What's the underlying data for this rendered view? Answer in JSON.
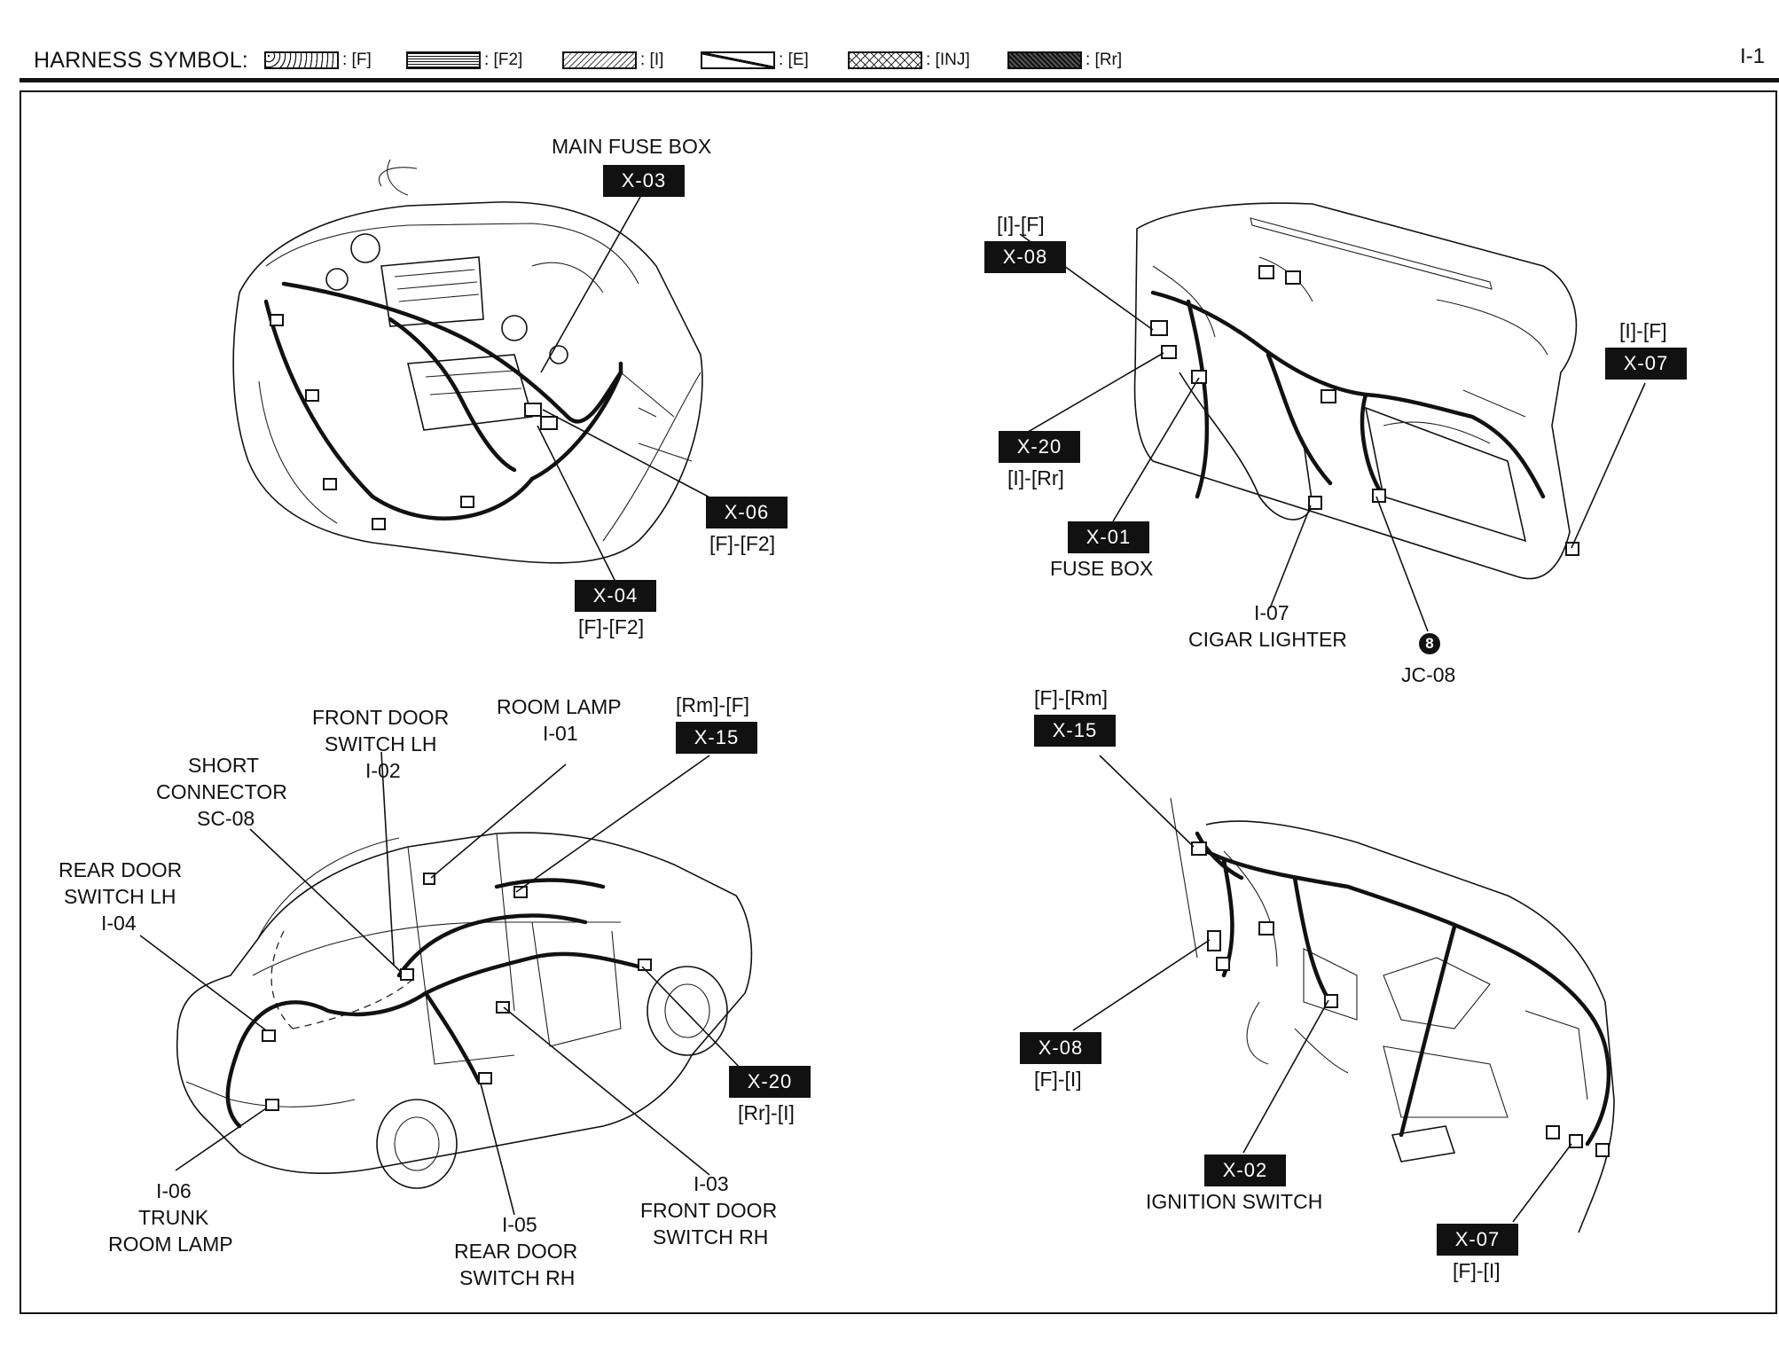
{
  "header": {
    "title": "HARNESS SYMBOL:",
    "page_number": "I-1",
    "symbols": [
      {
        "pattern": "dotted",
        "code": ": [F]"
      },
      {
        "pattern": "fine-grid",
        "code": ": [F2]"
      },
      {
        "pattern": "light-hatch",
        "code": ": [I]"
      },
      {
        "pattern": "diagonal-line",
        "code": ": [E]"
      },
      {
        "pattern": "cross-hatch",
        "code": ": [INJ]"
      },
      {
        "pattern": "dense-dark",
        "code": ": [Rr]"
      }
    ]
  },
  "engine_room": {
    "main_fuse_box": {
      "label": "MAIN FUSE BOX",
      "tag": "X-03"
    },
    "x06": {
      "tag": "X-06",
      "harness": "[F]-[F2]"
    },
    "x04": {
      "tag": "X-04",
      "harness": "[F]-[F2]"
    }
  },
  "instrument_panel_upper": {
    "x08": {
      "harness": "[I]-[F]",
      "tag": "X-08"
    },
    "x20": {
      "tag": "X-20",
      "harness": "[I]-[Rr]"
    },
    "x01": {
      "tag": "X-01",
      "label": "FUSE BOX"
    },
    "i07": {
      "code": "I-07",
      "label": "CIGAR LIGHTER"
    },
    "jc08": {
      "symbol": "8",
      "label": "JC-08"
    },
    "x07": {
      "harness": "[I]-[F]",
      "tag": "X-07"
    }
  },
  "body": {
    "front_door_lh": {
      "line1": "FRONT DOOR",
      "line2": "SWITCH LH",
      "code": "I-02"
    },
    "room_lamp": {
      "line1": "ROOM LAMP",
      "code": "I-01"
    },
    "x15": {
      "harness": "[Rm]-[F]",
      "tag": "X-15"
    },
    "short_connector": {
      "line1": "SHORT",
      "line2": "CONNECTOR",
      "code": "SC-08"
    },
    "rear_door_lh": {
      "line1": "REAR DOOR",
      "line2": "SWITCH LH",
      "code": "I-04"
    },
    "x20": {
      "tag": "X-20",
      "harness": "[Rr]-[I]"
    },
    "trunk": {
      "code": "I-06",
      "line1": "TRUNK",
      "line2": "ROOM LAMP"
    },
    "rear_door_rh": {
      "code": "I-05",
      "line1": "REAR DOOR",
      "line2": "SWITCH RH"
    },
    "front_door_rh": {
      "code": "I-03",
      "line1": "FRONT DOOR",
      "line2": "SWITCH RH"
    }
  },
  "instrument_panel_lower": {
    "x15": {
      "harness": "[F]-[Rm]",
      "tag": "X-15"
    },
    "x08": {
      "tag": "X-08",
      "harness": "[F]-[I]"
    },
    "x02": {
      "tag": "X-02",
      "label": "IGNITION SWITCH"
    },
    "x07": {
      "tag": "X-07",
      "harness": "[F]-[I]"
    }
  }
}
